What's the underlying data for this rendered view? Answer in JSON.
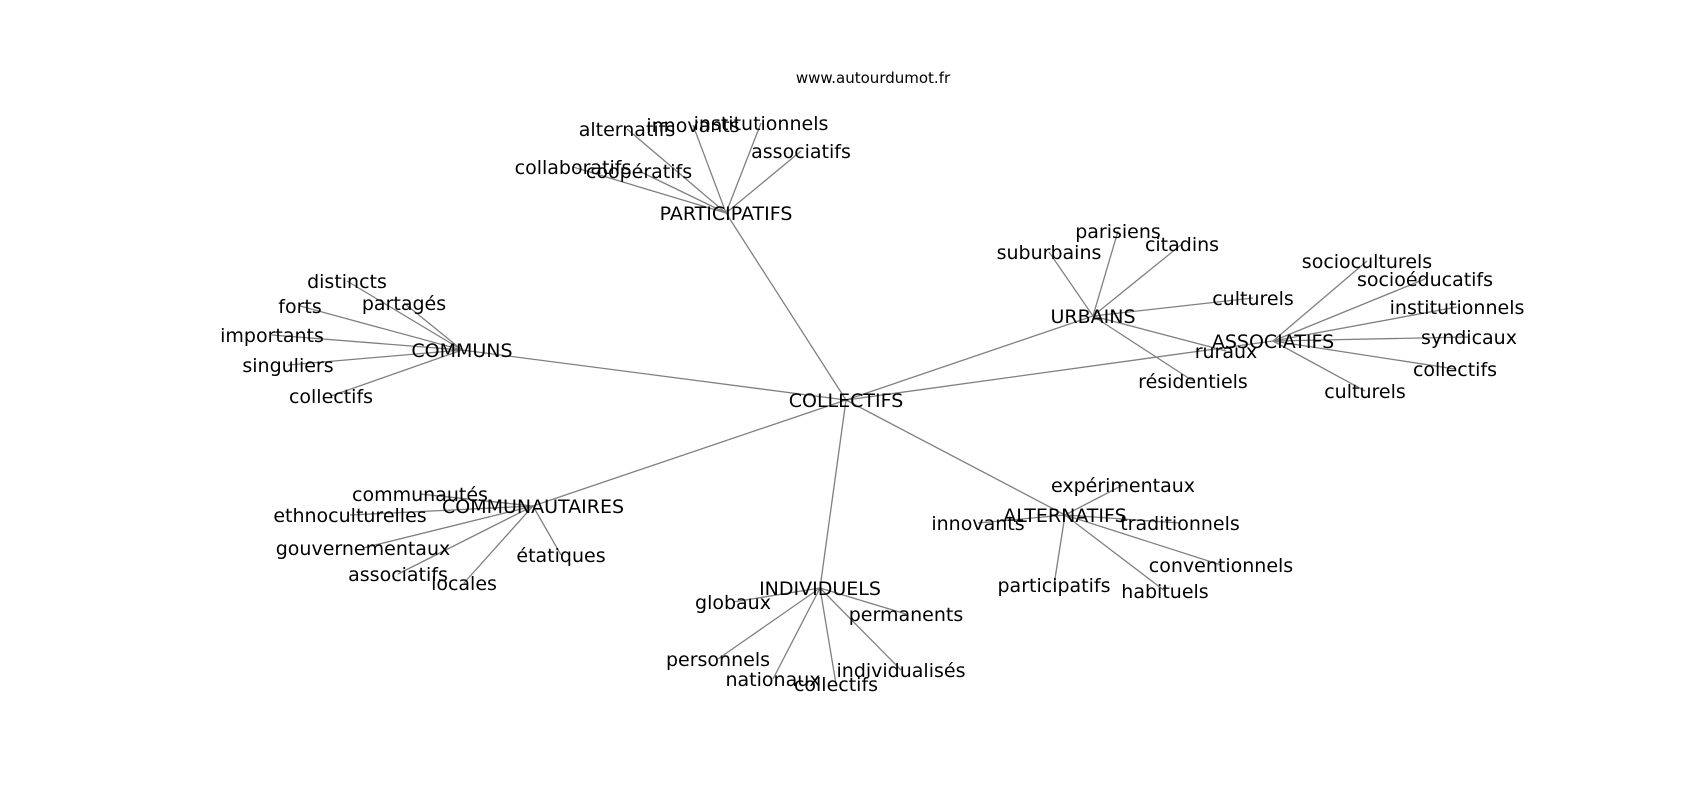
{
  "source": "www.autourdumot.fr",
  "nodes": [
    {
      "id": "collectifs",
      "label": "COLLECTIFS"
    },
    {
      "id": "participatifs",
      "label": "PARTICIPATIFS"
    },
    {
      "id": "communs",
      "label": "COMMUNS"
    },
    {
      "id": "urbains",
      "label": "URBAINS"
    },
    {
      "id": "associatifs",
      "label": "ASSOCIATIFS"
    },
    {
      "id": "communautaires",
      "label": "COMMUNAUTAIRES"
    },
    {
      "id": "alternatifs",
      "label": "ALTERNATIFS"
    },
    {
      "id": "individuels",
      "label": "INDIVIDUELS"
    },
    {
      "id": "p1",
      "label": "alternatifs"
    },
    {
      "id": "p2",
      "label": "innovants"
    },
    {
      "id": "p3",
      "label": "institutionnels"
    },
    {
      "id": "p4",
      "label": "associatifs"
    },
    {
      "id": "p5",
      "label": "collaboratifs"
    },
    {
      "id": "p6",
      "label": "coopératifs"
    },
    {
      "id": "c1",
      "label": "distincts"
    },
    {
      "id": "c2",
      "label": "partagés"
    },
    {
      "id": "c3",
      "label": "forts"
    },
    {
      "id": "c4",
      "label": "importants"
    },
    {
      "id": "c5",
      "label": "singuliers"
    },
    {
      "id": "c6",
      "label": "collectifs"
    },
    {
      "id": "u1",
      "label": "parisiens"
    },
    {
      "id": "u2",
      "label": "citadins"
    },
    {
      "id": "u3",
      "label": "suburbains"
    },
    {
      "id": "u4",
      "label": "culturels"
    },
    {
      "id": "u5",
      "label": "ruraux"
    },
    {
      "id": "u6",
      "label": "résidentiels"
    },
    {
      "id": "a1",
      "label": "socioculturels"
    },
    {
      "id": "a2",
      "label": "socioéducatifs"
    },
    {
      "id": "a3",
      "label": "institutionnels"
    },
    {
      "id": "a4",
      "label": "syndicaux"
    },
    {
      "id": "a5",
      "label": "collectifs"
    },
    {
      "id": "a6",
      "label": "culturels"
    },
    {
      "id": "m1",
      "label": "communautés"
    },
    {
      "id": "m2",
      "label": "ethnoculturelles"
    },
    {
      "id": "m3",
      "label": "gouvernementaux"
    },
    {
      "id": "m4",
      "label": "associatifs"
    },
    {
      "id": "m5",
      "label": "locales"
    },
    {
      "id": "m6",
      "label": "étatiques"
    },
    {
      "id": "t1",
      "label": "expérimentaux"
    },
    {
      "id": "t2",
      "label": "innovants"
    },
    {
      "id": "t3",
      "label": "traditionnels"
    },
    {
      "id": "t4",
      "label": "conventionnels"
    },
    {
      "id": "t5",
      "label": "participatifs"
    },
    {
      "id": "t6",
      "label": "habituels"
    },
    {
      "id": "i1",
      "label": "globaux"
    },
    {
      "id": "i2",
      "label": "permanents"
    },
    {
      "id": "i3",
      "label": "personnels"
    },
    {
      "id": "i4",
      "label": "nationaux"
    },
    {
      "id": "i5",
      "label": "collectifs"
    },
    {
      "id": "i6",
      "label": "individualisés"
    }
  ],
  "edges": [
    [
      "collectifs",
      "participatifs"
    ],
    [
      "collectifs",
      "communs"
    ],
    [
      "collectifs",
      "urbains"
    ],
    [
      "collectifs",
      "associatifs"
    ],
    [
      "collectifs",
      "communautaires"
    ],
    [
      "collectifs",
      "alternatifs"
    ],
    [
      "collectifs",
      "individuels"
    ],
    [
      "participatifs",
      "p1"
    ],
    [
      "participatifs",
      "p2"
    ],
    [
      "participatifs",
      "p3"
    ],
    [
      "participatifs",
      "p4"
    ],
    [
      "participatifs",
      "p5"
    ],
    [
      "participatifs",
      "p6"
    ],
    [
      "communs",
      "c1"
    ],
    [
      "communs",
      "c2"
    ],
    [
      "communs",
      "c3"
    ],
    [
      "communs",
      "c4"
    ],
    [
      "communs",
      "c5"
    ],
    [
      "communs",
      "c6"
    ],
    [
      "urbains",
      "u1"
    ],
    [
      "urbains",
      "u2"
    ],
    [
      "urbains",
      "u3"
    ],
    [
      "urbains",
      "u4"
    ],
    [
      "urbains",
      "u5"
    ],
    [
      "urbains",
      "u6"
    ],
    [
      "associatifs",
      "a1"
    ],
    [
      "associatifs",
      "a2"
    ],
    [
      "associatifs",
      "a3"
    ],
    [
      "associatifs",
      "a4"
    ],
    [
      "associatifs",
      "a5"
    ],
    [
      "associatifs",
      "a6"
    ],
    [
      "communautaires",
      "m1"
    ],
    [
      "communautaires",
      "m2"
    ],
    [
      "communautaires",
      "m3"
    ],
    [
      "communautaires",
      "m4"
    ],
    [
      "communautaires",
      "m5"
    ],
    [
      "communautaires",
      "m6"
    ],
    [
      "alternatifs",
      "t1"
    ],
    [
      "alternatifs",
      "t2"
    ],
    [
      "alternatifs",
      "t3"
    ],
    [
      "alternatifs",
      "t4"
    ],
    [
      "alternatifs",
      "t5"
    ],
    [
      "alternatifs",
      "t6"
    ],
    [
      "individuels",
      "i1"
    ],
    [
      "individuels",
      "i2"
    ],
    [
      "individuels",
      "i3"
    ],
    [
      "individuels",
      "i4"
    ],
    [
      "individuels",
      "i5"
    ],
    [
      "individuels",
      "i6"
    ]
  ]
}
